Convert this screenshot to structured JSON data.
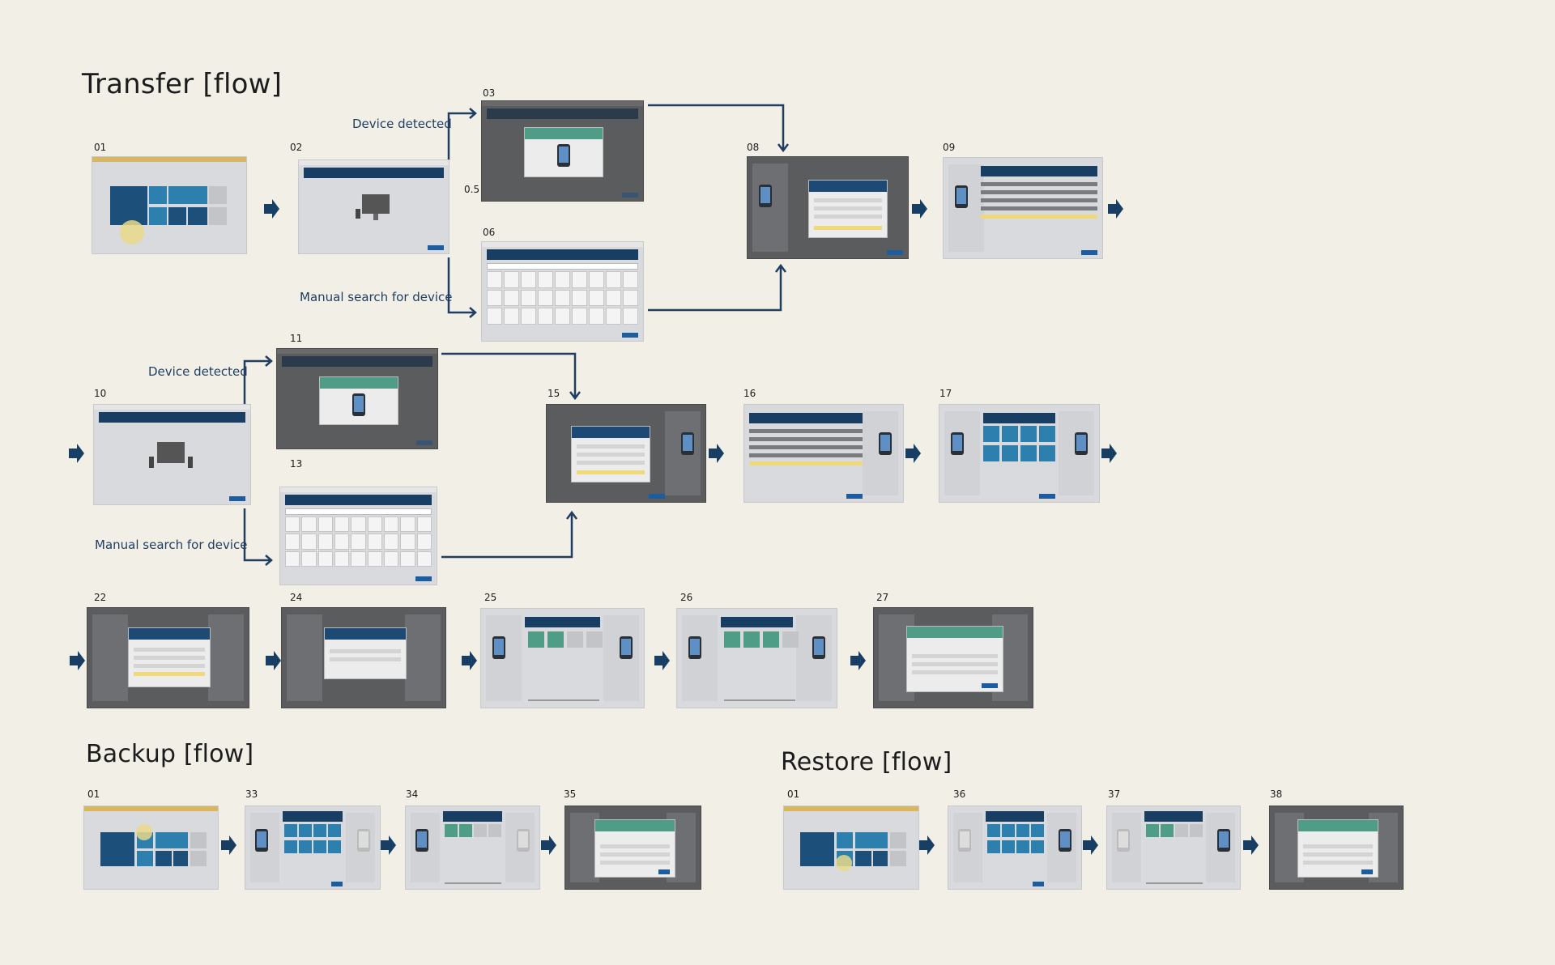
{
  "sections": {
    "transfer_title": "Transfer [flow]",
    "backup_title": "Backup [flow]",
    "restore_title": "Restore [flow]"
  },
  "labels": {
    "device_detected_1": "Device detected",
    "manual_search_1": "Manual search for device",
    "device_detected_2": "Device detected",
    "manual_search_2": "Manual search for device",
    "half_step": "0.5"
  },
  "steps": {
    "t01": "01",
    "t02": "02",
    "t03": "03",
    "t06": "06",
    "t08": "08",
    "t09": "09",
    "t10": "10",
    "t11": "11",
    "t13": "13",
    "t15": "15",
    "t16": "16",
    "t17": "17",
    "t22": "22",
    "t24": "24",
    "t25": "25",
    "t26": "26",
    "t27": "27",
    "b01": "01",
    "b33": "33",
    "b34": "34",
    "b35": "35",
    "r01": "01",
    "r36": "36",
    "r37": "37",
    "r38": "38"
  },
  "colors": {
    "background": "#f2efe7",
    "navy": "#183e63",
    "connector": "#1f3e62",
    "teal_header": "#4f9d86",
    "tile_blue": "#2d7fae"
  }
}
